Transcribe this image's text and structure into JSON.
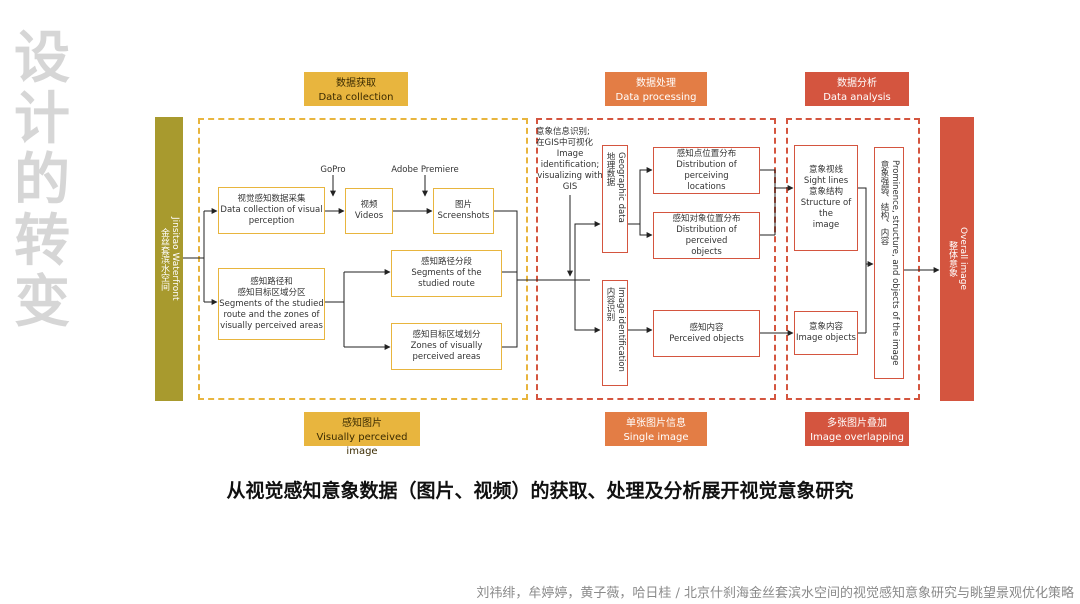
{
  "side_title": [
    "设",
    "计",
    "的",
    "转",
    "变"
  ],
  "headers": {
    "collection": {
      "zh": "数据获取",
      "en": "Data collection"
    },
    "processing": {
      "zh": "数据处理",
      "en": "Data processing"
    },
    "analysis": {
      "zh": "数据分析",
      "en": "Data analysis"
    }
  },
  "footers": {
    "visually_perceived": {
      "zh": "感知图片",
      "en": "Visually perceived image"
    },
    "single": {
      "zh": "单张图片信息",
      "en": "Single image"
    },
    "overlapping": {
      "zh": "多张图片叠加",
      "en": "Image overlapping"
    }
  },
  "bars": {
    "left": {
      "zh": "金丝套滨水空间",
      "en": "Jinsitao Waterfront"
    },
    "right": {
      "zh": "整体意象",
      "en": "Overall image"
    }
  },
  "collection": {
    "data_collection": {
      "zh": "视觉感知数据采集",
      "en1": "Data collection of visual",
      "en2": "perception"
    },
    "videos": {
      "zh": "视频",
      "en": "Videos"
    },
    "screenshots": {
      "zh": "图片",
      "en": "Screenshots"
    },
    "gopro": "GoPro",
    "adobe": "Adobe Premiere",
    "segments_zones": {
      "zh1": "感知路径和",
      "zh2": "感知目标区域分区",
      "en1": "Segments of the studied",
      "en2": "route and the zones of",
      "en3": "visually perceived areas"
    },
    "segments": {
      "zh": "感知路径分段",
      "en1": "Segments of the",
      "en2": "studied route"
    },
    "zones": {
      "zh": "感知目标区域划分",
      "en1": "Zones of visually",
      "en2": "perceived areas"
    }
  },
  "processing": {
    "gis_note": [
      "意象信息识别;",
      "在GIS中可视化",
      "Image",
      "identification;",
      "visualizing with",
      "GIS"
    ],
    "geo_data": {
      "zh": "地理数据",
      "en": "Geographic data"
    },
    "image_id": {
      "zh": "内容识别",
      "en": "Image identification"
    },
    "point_loc": {
      "zh": "感知点位置分布",
      "en1": "Distribution of perceiving",
      "en2": "locations"
    },
    "object_loc": {
      "zh": "感知对象位置分布",
      "en1": "Distribution of perceived",
      "en2": "objects"
    },
    "perceived_objects": {
      "zh": "感知内容",
      "en": "Perceived objects"
    }
  },
  "analysis": {
    "sight": {
      "zh1": "意象视线",
      "en1": "Sight lines",
      "zh2": "意象结构",
      "en2": "Structure of the",
      "en3": "image"
    },
    "image_objects": {
      "zh": "意象内容",
      "en": "Image objects"
    },
    "prominence": {
      "zh": "意象强弱、结构、内容",
      "en": "Prominence, structure, and objects of the image"
    }
  },
  "tagline": "从视觉感知意象数据（图片、视频）的获取、处理及分析展开视觉意象研究",
  "citation": "刘祎绯，牟婷婷，黄子薇，哈日桂 / 北京什刹海金丝套滨水空间的视觉感知意象研究与眺望景观优化策略"
}
